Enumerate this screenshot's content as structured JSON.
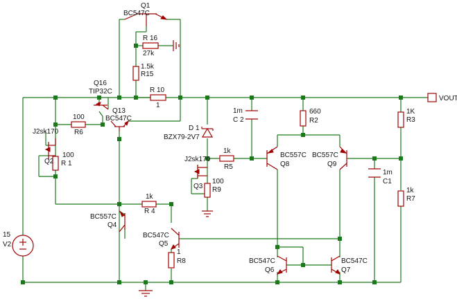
{
  "components": {
    "q1": {
      "ref": "Q1",
      "part": "BC547C"
    },
    "r16": {
      "ref": "R 16",
      "value": "27k"
    },
    "r15": {
      "ref": "R15",
      "value": "1.5k"
    },
    "q16": {
      "ref": "Q16",
      "part": "TIP32C"
    },
    "r10": {
      "ref": "R 10",
      "value": "1"
    },
    "q13": {
      "ref": "Q13",
      "part": "BC547C"
    },
    "r6": {
      "ref": "R6",
      "value": "100"
    },
    "q2": {
      "ref": "Q2",
      "part": "J2sk170"
    },
    "r1": {
      "ref": "R 1",
      "value": "100"
    },
    "d1": {
      "ref": "D 1",
      "part": "BZX79-2V7"
    },
    "c2": {
      "ref": "C 2",
      "value": "1m"
    },
    "r2": {
      "ref": "R2",
      "value": "660"
    },
    "r3": {
      "ref": "R3",
      "value": "1K"
    },
    "q3": {
      "ref": "Q3",
      "part": "J2sk170"
    },
    "r9": {
      "ref": "R9",
      "value": "100"
    },
    "r5": {
      "ref": "R5",
      "value": "1k"
    },
    "q8": {
      "ref": "Q8",
      "part": "BC557C"
    },
    "q9": {
      "ref": "Q9",
      "part": "BC557C"
    },
    "c1": {
      "ref": "C1",
      "value": "1m"
    },
    "r7": {
      "ref": "R7",
      "value": "1k"
    },
    "r4": {
      "ref": "R 4",
      "value": "1k"
    },
    "q4": {
      "ref": "Q4",
      "part": "BC557C"
    },
    "q5": {
      "ref": "Q5",
      "part": "BC547C"
    },
    "r8": {
      "ref": "R8",
      "value": "1"
    },
    "q6": {
      "ref": "Q6",
      "part": "BC547C"
    },
    "q7": {
      "ref": "Q7",
      "part": "BC547C"
    },
    "v2": {
      "ref": "V2",
      "value": "15"
    }
  },
  "output_label": "VOUT"
}
